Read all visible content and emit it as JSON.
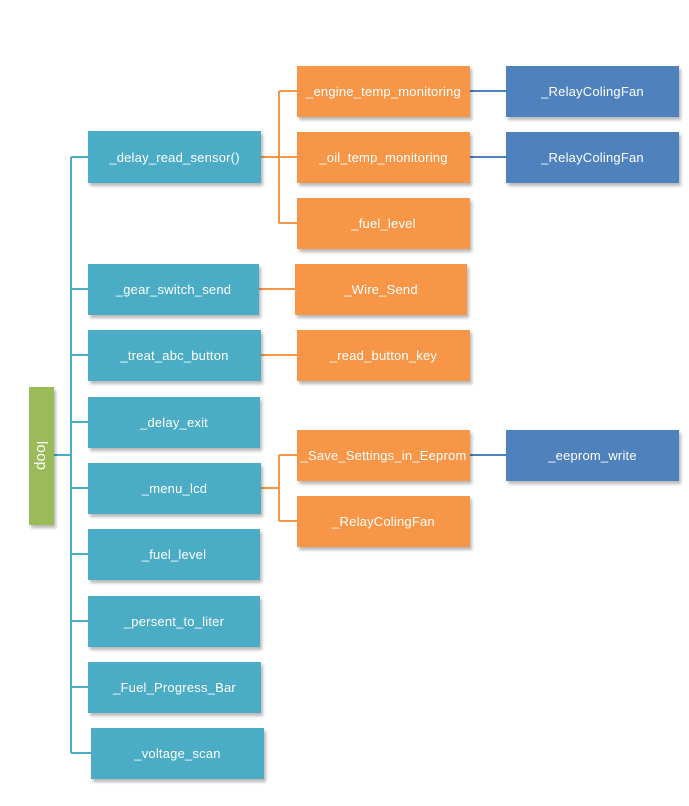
{
  "diagram": {
    "colors": {
      "root": "#9bbb59",
      "level1": "#4bacc6",
      "level2": "#f79646",
      "level3": "#4f81bd",
      "connector_level1": "#4bacc6",
      "connector_level2": "#f79646",
      "connector_level3": "#4f81bd"
    },
    "root": {
      "label": "loop"
    },
    "level1": [
      {
        "label": "_delay_read_sensor()"
      },
      {
        "label": "_gear_switch_send"
      },
      {
        "label": "_treat_abc_button"
      },
      {
        "label": "_delay_exit"
      },
      {
        "label": "_menu_lcd"
      },
      {
        "label": "_fuel_level"
      },
      {
        "label": "_persent_to_liter"
      },
      {
        "label": "_Fuel_Progress_Bar"
      },
      {
        "label": "_voltage_scan"
      }
    ],
    "level2": [
      {
        "label": "_engine_temp_monitoring",
        "parent": 0
      },
      {
        "label": "_oil_temp_monitoring",
        "parent": 0
      },
      {
        "label": "_fuel_level",
        "parent": 0
      },
      {
        "label": "_Wire_Send",
        "parent": 1
      },
      {
        "label": "_read_button_key",
        "parent": 2
      },
      {
        "label": "_Save_Settings_in_Eeprom",
        "parent": 4
      },
      {
        "label": "_RelayColingFan",
        "parent": 4
      }
    ],
    "level3": [
      {
        "label": "_RelayColingFan",
        "parent": 0
      },
      {
        "label": "_RelayColingFan",
        "parent": 1
      },
      {
        "label": "_eeprom_write",
        "parent": 5
      }
    ]
  }
}
